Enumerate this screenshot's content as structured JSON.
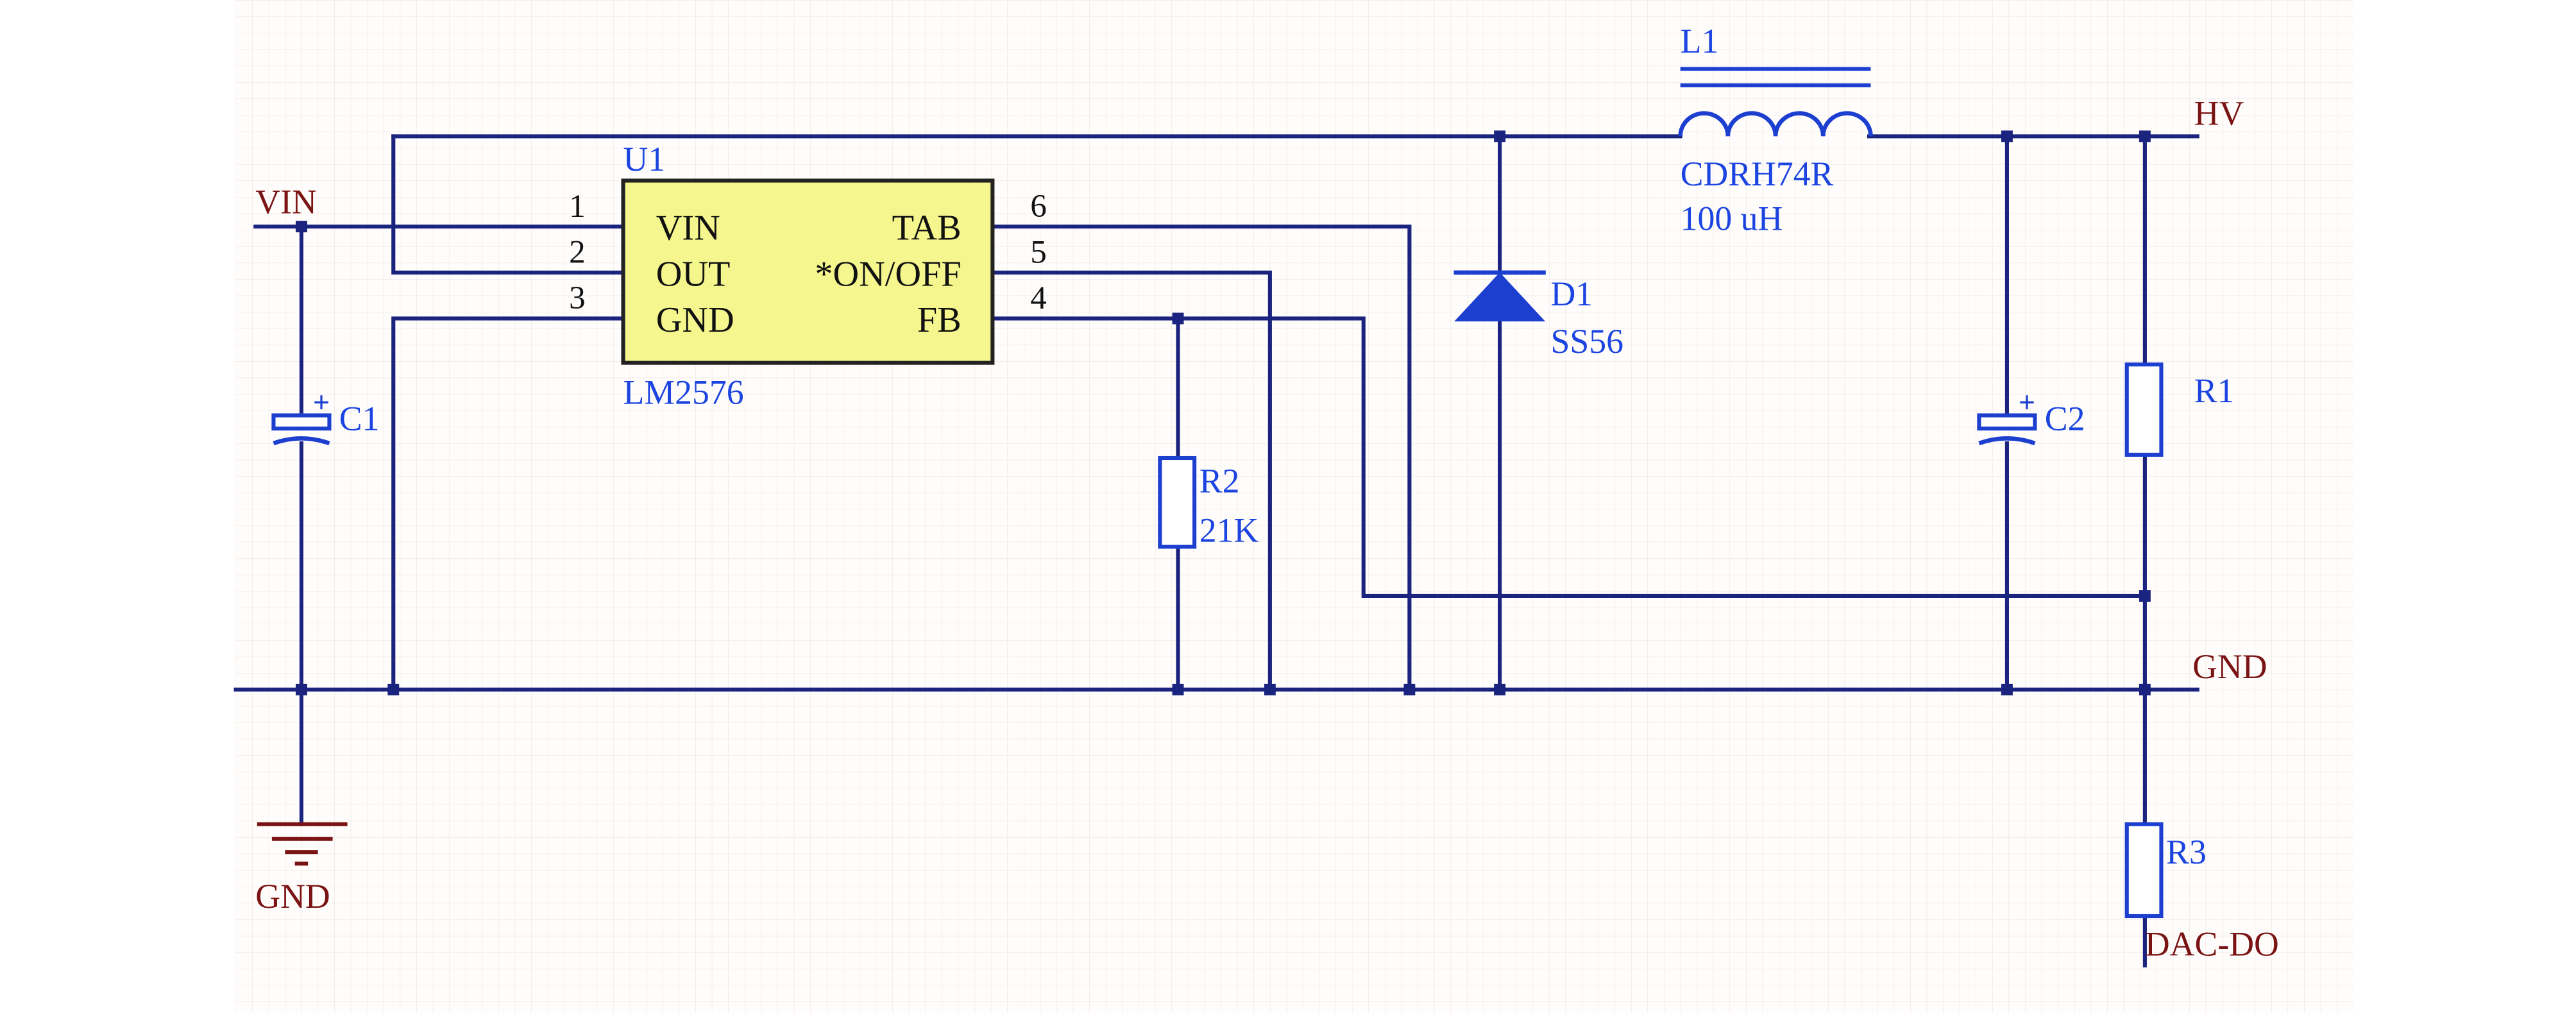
{
  "colors": {
    "wire": "#1a237e",
    "component": "#1c3fd0",
    "part_text": "#1b44e0",
    "net_label": "#7a1414",
    "ic_fill": "#f5f78e",
    "ic_border": "#222222",
    "pin_number": "#111111",
    "grid": "#ece4e0",
    "sheet": "#fffdfc"
  },
  "u1": {
    "designator": "U1",
    "part": "LM2576",
    "left_pins": [
      {
        "number": "1",
        "name": "VIN"
      },
      {
        "number": "2",
        "name": "OUT"
      },
      {
        "number": "3",
        "name": "GND"
      }
    ],
    "right_pins": [
      {
        "number": "6",
        "name": "TAB"
      },
      {
        "number": "5",
        "name": "*ON/OFF"
      },
      {
        "number": "4",
        "name": "FB"
      }
    ]
  },
  "c1": {
    "designator": "C1",
    "polarity": "+"
  },
  "c2": {
    "designator": "C2",
    "polarity": "+"
  },
  "r1": {
    "designator": "R1"
  },
  "r2": {
    "designator": "R2",
    "value": "21K"
  },
  "r3": {
    "designator": "R3"
  },
  "d1": {
    "designator": "D1",
    "value": "SS56"
  },
  "l1": {
    "designator": "L1",
    "part": "CDRH74R",
    "value": "100 uH"
  },
  "nets": {
    "vin": "VIN",
    "hv": "HV",
    "gnd_rail": "GND",
    "gnd_symbol": "GND",
    "dac": "DAC-DO"
  }
}
